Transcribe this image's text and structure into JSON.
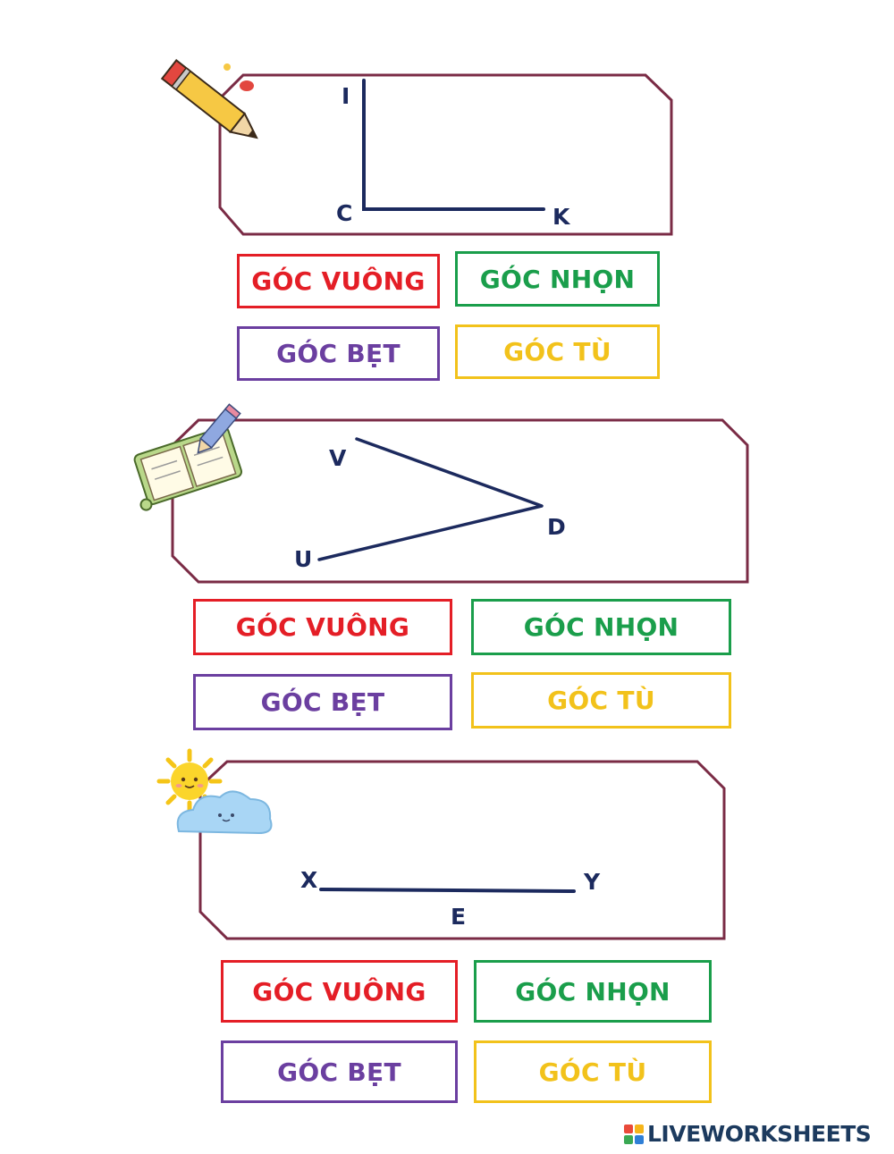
{
  "colors": {
    "frame_border": "#7a2b45",
    "figure_line": "#1c2a5e",
    "vuong": "#e41e26",
    "nhon": "#1a9e4b",
    "bet": "#6b3fa0",
    "tu": "#f2c21b"
  },
  "options": {
    "vuong": "GÓC VUÔNG",
    "nhon": "GÓC NHỌN",
    "bet": "GÓC BẸT",
    "tu": "GÓC TÙ"
  },
  "questions": [
    {
      "decoration": "pencil-icon",
      "vertex_labels": {
        "top": "I",
        "vertex": "C",
        "right": "K"
      }
    },
    {
      "decoration": "notebook-icon",
      "vertex_labels": {
        "top": "V",
        "vertex": "D",
        "bottom": "U"
      }
    },
    {
      "decoration": "sun-cloud-icon",
      "vertex_labels": {
        "left": "X",
        "vertex": "E",
        "right": "Y"
      }
    }
  ],
  "footer": {
    "brand": "LIVEWORKSHEETS"
  }
}
